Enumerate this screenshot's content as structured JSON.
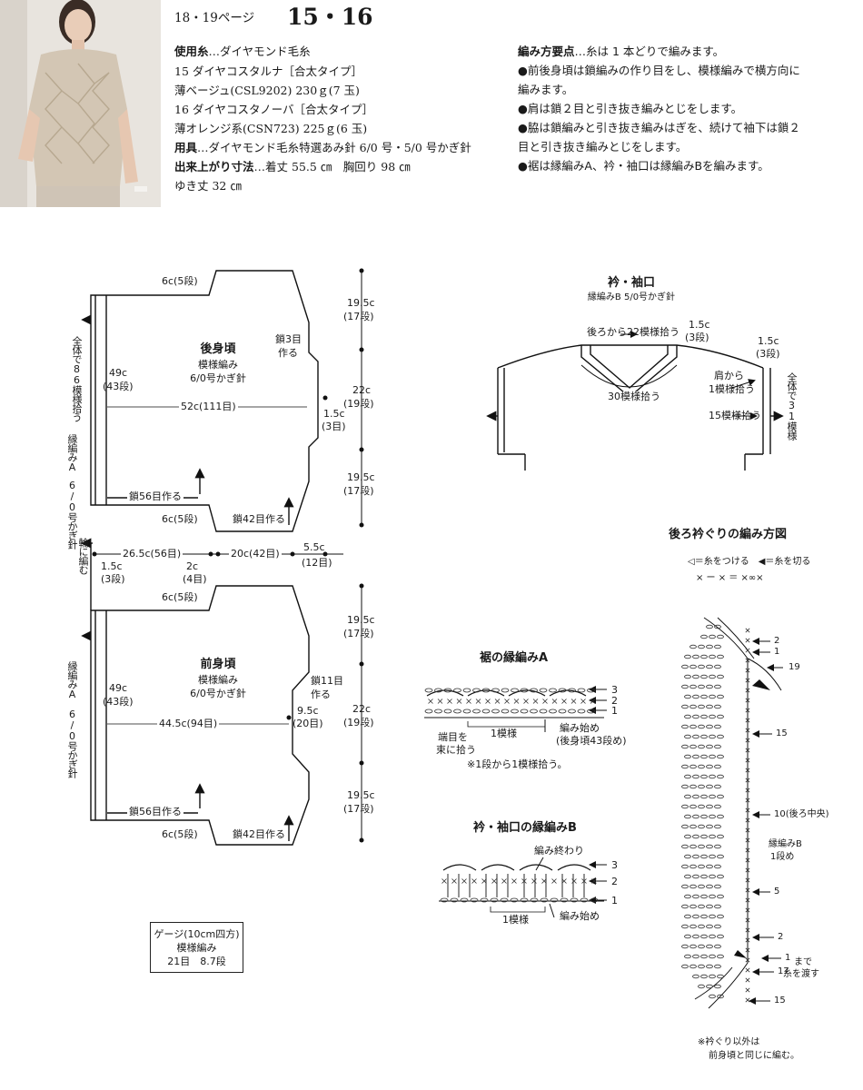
{
  "header": {
    "pages": "18・19ページ",
    "numbers": "15・16"
  },
  "specs": [
    {
      "label": "使用糸",
      "text": "…ダイヤモンド毛糸"
    },
    {
      "label": "",
      "text": "15 ダイヤコスタルナ［合太タイプ］"
    },
    {
      "label": "",
      "text": "薄ベージュ(CSL9202) 230ｇ(7 玉)"
    },
    {
      "label": "",
      "text": "16 ダイヤコスタノーバ［合太タイプ］"
    },
    {
      "label": "",
      "text": "薄オレンジ系(CSN723) 225ｇ(6 玉)"
    },
    {
      "label": "用具",
      "text": "…ダイヤモンド毛糸特選あみ針 6/0 号・5/0 号かぎ針"
    },
    {
      "label": "出来上がり寸法",
      "text": "…着丈 55.5 ㎝　胸回り 98 ㎝"
    },
    {
      "label": "",
      "text": "ゆき丈 32 ㎝"
    }
  ],
  "points": {
    "title": "編み方要点",
    "intro": "…糸は 1 本どりで編みます。",
    "lines": [
      "●前後身頃は鎖編みの作り目をし、模様編みで横方向に",
      "編みます。",
      "●肩は鎖２目と引き抜き編みとじをします。",
      "●脇は鎖編みと引き抜き編みはぎを、続けて袖下は鎖２",
      "目と引き抜き編みとじをします。",
      "●裾は縁編みA、衿・袖口は縁編みBを編みます。"
    ]
  },
  "back": {
    "title": "後身頃",
    "pattern": "模様編み",
    "hook": "6/0号かぎ針",
    "top_width": "6c(5段)",
    "bottom_width": "6c(5段)",
    "chain3": "鎖3目",
    "chain3b": "作る",
    "height": "49c",
    "height_rows": "(43段)",
    "width": "52c(111目)",
    "shoulder": "1.5c",
    "shoulder_rows": "(3目)",
    "chain56": "鎖56目作る",
    "chain42": "鎖42目作る",
    "d1": "19.5c",
    "d1r": "(17段)",
    "d2": "22c",
    "d2r": "(19段)",
    "d3": "19.5c",
    "d3r": "(17段)",
    "pickup_vert": "全体で86模様拾う",
    "border_vert_a": "縁編みA",
    "border_vert_b": "6/0号かぎ針",
    "ring_vert": "輪に編む"
  },
  "middle": {
    "m1": "26.5c(56目)",
    "m2": "20c(42目)",
    "m3": "5.5c",
    "m3r": "(12目)",
    "m4": "1.5c",
    "m4r": "(3段)",
    "m5": "2c",
    "m5r": "(4目)"
  },
  "front": {
    "title": "前身頃",
    "pattern": "模様編み",
    "hook": "6/0号かぎ針",
    "top_width": "6c(5段)",
    "bottom_width": "6c(5段)",
    "chain11": "鎖11目",
    "chain11b": "作る",
    "height": "49c",
    "height_rows": "(43段)",
    "width": "44.5c(94目)",
    "neck": "9.5c",
    "neck_rows": "(20目)",
    "chain56": "鎖56目作る",
    "chain42": "鎖42目作る",
    "d1": "19.5c",
    "d1r": "(17段)",
    "d2": "22c",
    "d2r": "(19段)",
    "d3": "19.5c",
    "d3r": "(17段)",
    "border_vert_a": "縁編みA",
    "border_vert_b": "6/0号かぎ針"
  },
  "gauge": {
    "line1": "ゲージ(10cm四方)",
    "line2": "模様編み",
    "line3": "21目　8.7段"
  },
  "collar": {
    "title": "衿・袖口",
    "sub": "縁編みB 5/0号かぎ針",
    "back22": "後ろから22模様拾う",
    "back30": "30模様拾う",
    "w1": "1.5c",
    "w1r": "(3段)",
    "w2": "1.5c",
    "w2r": "(3段)",
    "shoulder1": "肩から",
    "shoulder2": "1模様拾う",
    "p15": "15模様拾う",
    "total_vert": "全体で31模様"
  },
  "hemA": {
    "title": "裾の縁編みA",
    "r3": "3",
    "r2": "2",
    "r1": "1",
    "unit": "1模様",
    "edge1": "端目を",
    "edge2": "束に拾う",
    "start1": "編み始め",
    "start2": "(後身頃43段め)",
    "note": "※1段から1模様拾う。"
  },
  "borderB": {
    "title": "衿・袖口の縁編みB",
    "end": "編み終わり",
    "r3": "3",
    "r2": "2",
    "r1": "1",
    "unit": "1模様",
    "start": "編み始め"
  },
  "neckChart": {
    "title": "後ろ衿ぐりの編み方図",
    "legend1": "◁＝糸をつける　◀＝糸を切る",
    "legend2": "× ー × ＝ ×∞×",
    "n2a": "2",
    "n1a": "1",
    "n19": "19",
    "n15a": "15",
    "n10": "10(後ろ中央)",
    "bB1": "縁編みB",
    "bB2": "1段め",
    "n5": "5",
    "n2b": "2",
    "n1b": "1",
    "made1": "まで",
    "made2": "糸を渡す",
    "n17": "17",
    "n15b": "15",
    "foot1": "※衿ぐり以外は",
    "foot2": "前身頃と同じに編む。"
  }
}
